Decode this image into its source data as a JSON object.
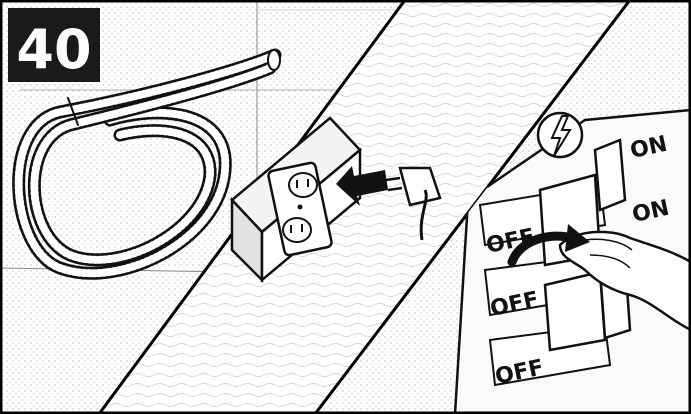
{
  "step": {
    "number": "40"
  },
  "breaker_panel": {
    "on_labels": [
      "ON",
      "ON"
    ],
    "off_labels": [
      "OFF",
      "OFF",
      "OFF"
    ],
    "warning_icon": "lightning-bolt-icon"
  },
  "icons": [
    "flexible-conduit-icon",
    "duplex-outlet-icon",
    "power-plug-icon",
    "insert-arrow-icon",
    "switch-off-arrow-icon",
    "hand-icon"
  ]
}
